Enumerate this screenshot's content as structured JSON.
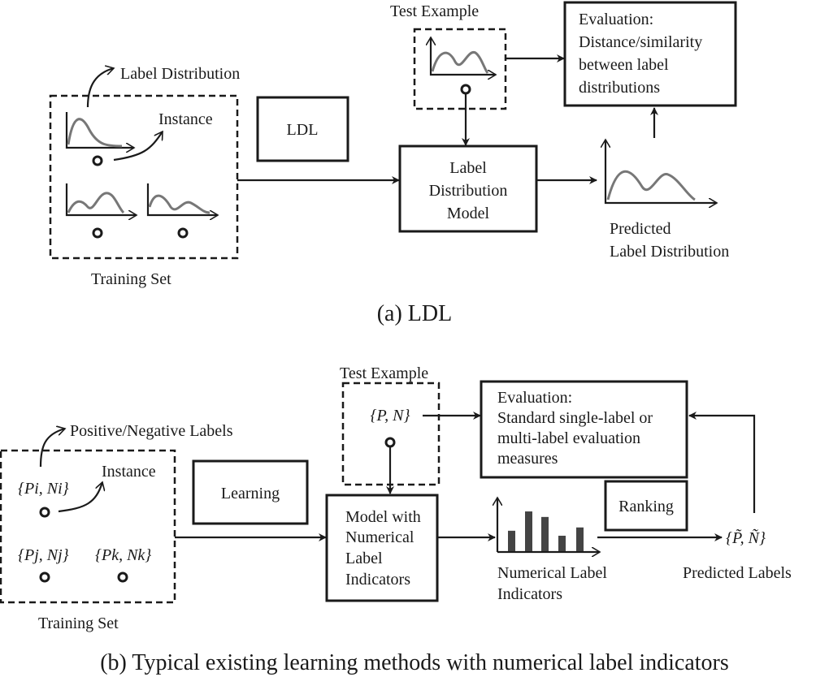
{
  "top": {
    "test_example": "Test Example",
    "evaluation": [
      "Evaluation:",
      "Distance/similarity",
      "between label",
      "distributions"
    ],
    "label_distribution": "Label Distribution",
    "instance": "Instance",
    "ldl_box": "LDL",
    "model": [
      "Label",
      "Distribution",
      "Model"
    ],
    "predicted": [
      "Predicted",
      "Label Distribution"
    ],
    "training_set": "Training Set",
    "caption": "(a)  LDL"
  },
  "bottom": {
    "test_example": "Test Example",
    "test_set_label": "{P, N}",
    "evaluation": [
      "Evaluation:",
      "Standard single-label or",
      "multi-label evaluation",
      "measures"
    ],
    "pos_neg_labels": "Positive/Negative Labels",
    "instance": "Instance",
    "train_labels": [
      "{Pi, Ni}",
      "{Pj, Nj}",
      "{Pk, Nk}"
    ],
    "learning_box": "Learning",
    "model": [
      "Model with",
      "Numerical",
      "Label",
      "Indicators"
    ],
    "ranking_box": "Ranking",
    "predicted_set": "{P̃,  Ñ}",
    "numerical_label": [
      "Numerical Label",
      "Indicators"
    ],
    "predicted_labels": "Predicted Labels",
    "training_set": "Training Set",
    "caption": "(b) Typical existing learning methods with numerical label indicators",
    "indicator_bars": [
      0.37,
      0.72,
      0.62,
      0.28,
      0.43
    ]
  }
}
